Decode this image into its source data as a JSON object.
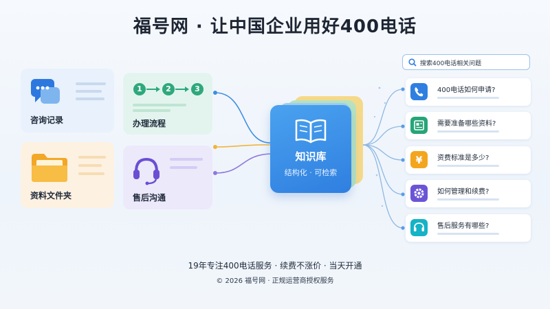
{
  "title": "福号网 · 让中国企业用好400电话",
  "left_cards": {
    "records": "咨询记录",
    "process": "办理流程",
    "process_steps": [
      "1",
      "2",
      "3"
    ],
    "folder": "资料文件夹",
    "service": "售后沟通"
  },
  "knowledge_base": {
    "title": "知识库",
    "subtitle": "结构化 · 可检索"
  },
  "search": {
    "placeholder": "搜索400电话相关问题"
  },
  "faq": [
    {
      "question": "400电话如何申请?",
      "icon": "phone-icon",
      "color": "#2f7fe0"
    },
    {
      "question": "需要准备哪些资料?",
      "icon": "document-icon",
      "color": "#27a578"
    },
    {
      "question": "资费标准是多少?",
      "icon": "yuan-icon",
      "color": "#f3a51e"
    },
    {
      "question": "如何管理和续费?",
      "icon": "gear-icon",
      "color": "#6b55d6"
    },
    {
      "question": "售后服务有哪些?",
      "icon": "headset-icon",
      "color": "#16b3c6"
    }
  ],
  "footer": {
    "line1": "19年专注400电话服务 · 续费不涨价 · 当天开通",
    "line2": "© 2026 福号网 · 正规运营商授权服务"
  }
}
